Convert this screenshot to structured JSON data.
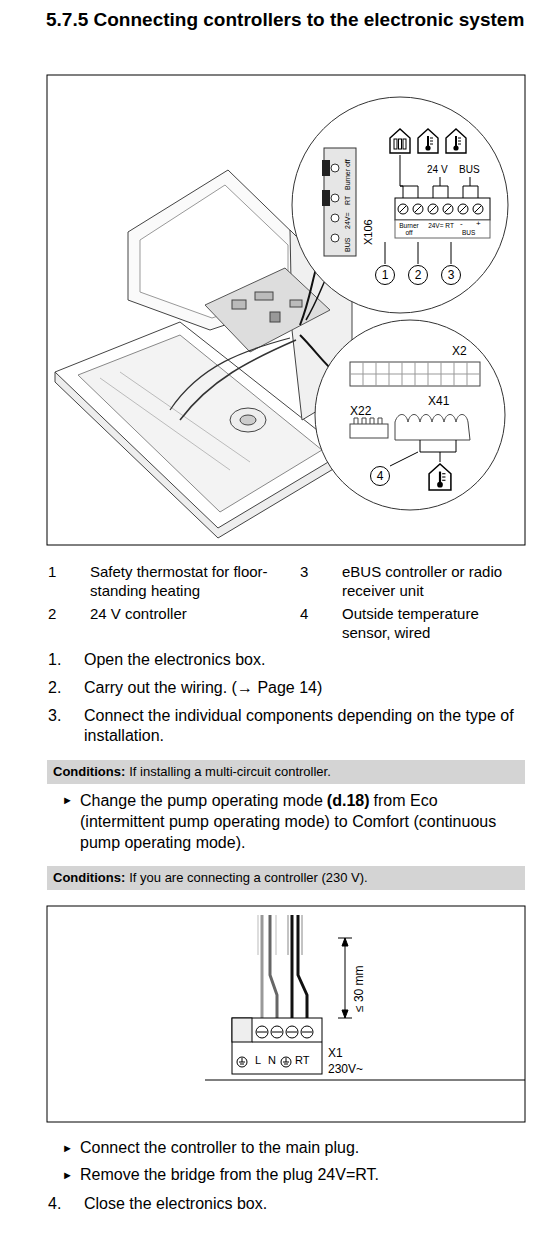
{
  "diagram": {
    "title": "5.7.5 Connecting controllers to the electronic system",
    "nodes": [
      {
        "text": [
          "Conditions:",
          "If installing a multi-circuit controller."
        ]
      },
      {
        "text": [
          "Conditions:",
          "If you are connecting a controller (230 V)."
        ]
      },
      {
        "text": [
          "1"
        ]
      },
      {
        "text": [
          "2"
        ]
      },
      {
        "text": [
          "3"
        ]
      },
      {
        "text": [
          "4"
        ]
      }
    ],
    "labels": [
      "X106",
      "Burner off",
      "RT",
      "24V=",
      "BUS",
      "24 V",
      "BUS",
      "Burner off",
      "24V= RT",
      "-",
      "+",
      "BUS",
      "X2",
      "X22",
      "X41",
      "1",
      "Safety thermostat for floor-standing heating",
      "2",
      "24 V controller",
      "3",
      "eBUS controller or radio receiver unit",
      "4",
      "Outside temperature sensor, wired",
      "1.",
      "Open the electronics box.",
      "2.",
      "Carry out the wiring. (→ Page 14)",
      "3.",
      "Connect the individual components depending on the type of installation.",
      "►",
      "Change the pump operating mode",
      "(d.18)",
      "from Eco (intermittent pump operating mode) to Comfort (continuous pump operating mode).",
      "≤ 30 mm",
      "L",
      "N",
      "RT",
      "X1",
      "230V~",
      "►",
      "Connect the controller to the main plug.",
      "►",
      "Remove the bridge from the plug 24V=RT.",
      "4.",
      "Close the electronics box."
    ]
  }
}
